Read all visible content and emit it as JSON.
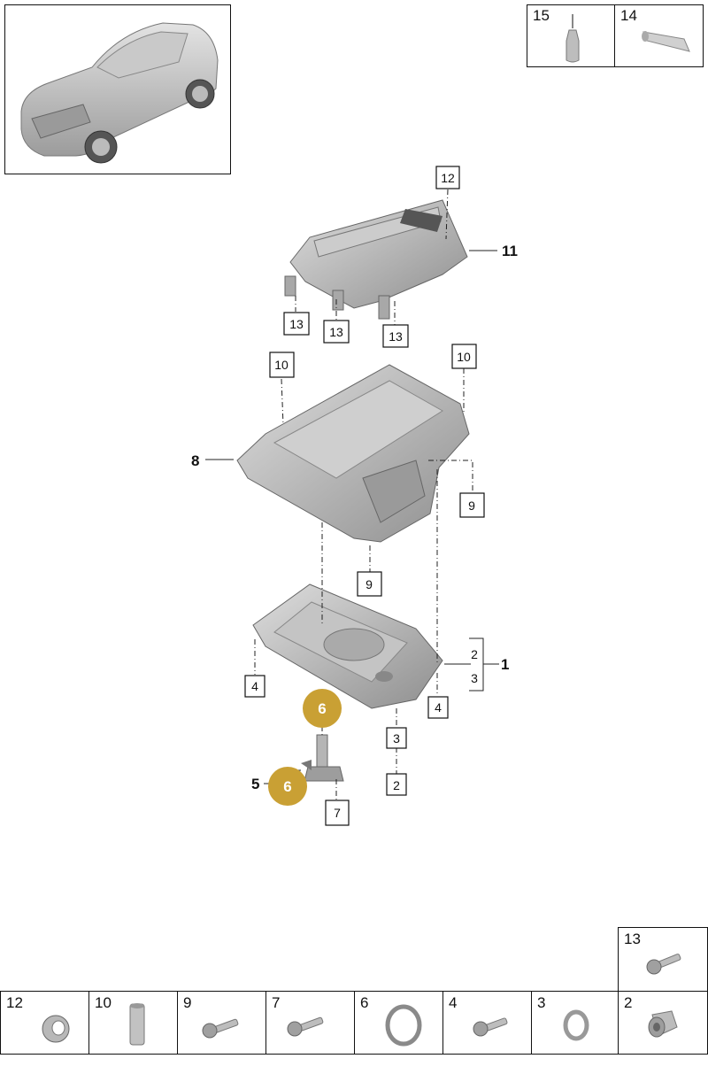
{
  "tools": [
    {
      "number": "15",
      "icon": "oil-bottle-icon"
    },
    {
      "number": "14",
      "icon": "sealant-tube-icon"
    }
  ],
  "callouts": {
    "c11": "11",
    "c12": "12",
    "c13a": "13",
    "c13b": "13",
    "c13c": "13",
    "c10a": "10",
    "c10b": "10",
    "c8": "8",
    "c9a": "9",
    "c9b": "9",
    "c1": "1",
    "c2a": "2",
    "c3a": "3",
    "c4a": "4",
    "c4b": "4",
    "c3b": "3",
    "c2b": "2",
    "c5": "5",
    "c6a": "6",
    "c6b": "6",
    "c7": "7"
  },
  "parts_row_top": {
    "number": "13",
    "icon": "bolt-icon"
  },
  "parts_row_bottom": [
    {
      "number": "12",
      "icon": "sleeve-icon"
    },
    {
      "number": "10",
      "icon": "dowel-pin-icon"
    },
    {
      "number": "9",
      "icon": "bolt-icon"
    },
    {
      "number": "7",
      "icon": "bolt-icon"
    },
    {
      "number": "6",
      "icon": "o-ring-icon"
    },
    {
      "number": "4",
      "icon": "bolt-icon"
    },
    {
      "number": "3",
      "icon": "washer-icon"
    },
    {
      "number": "2",
      "icon": "drain-plug-icon"
    }
  ],
  "colors": {
    "highlight": "#c9a034",
    "part_grey": "#b9b9b9",
    "line": "#111111"
  }
}
